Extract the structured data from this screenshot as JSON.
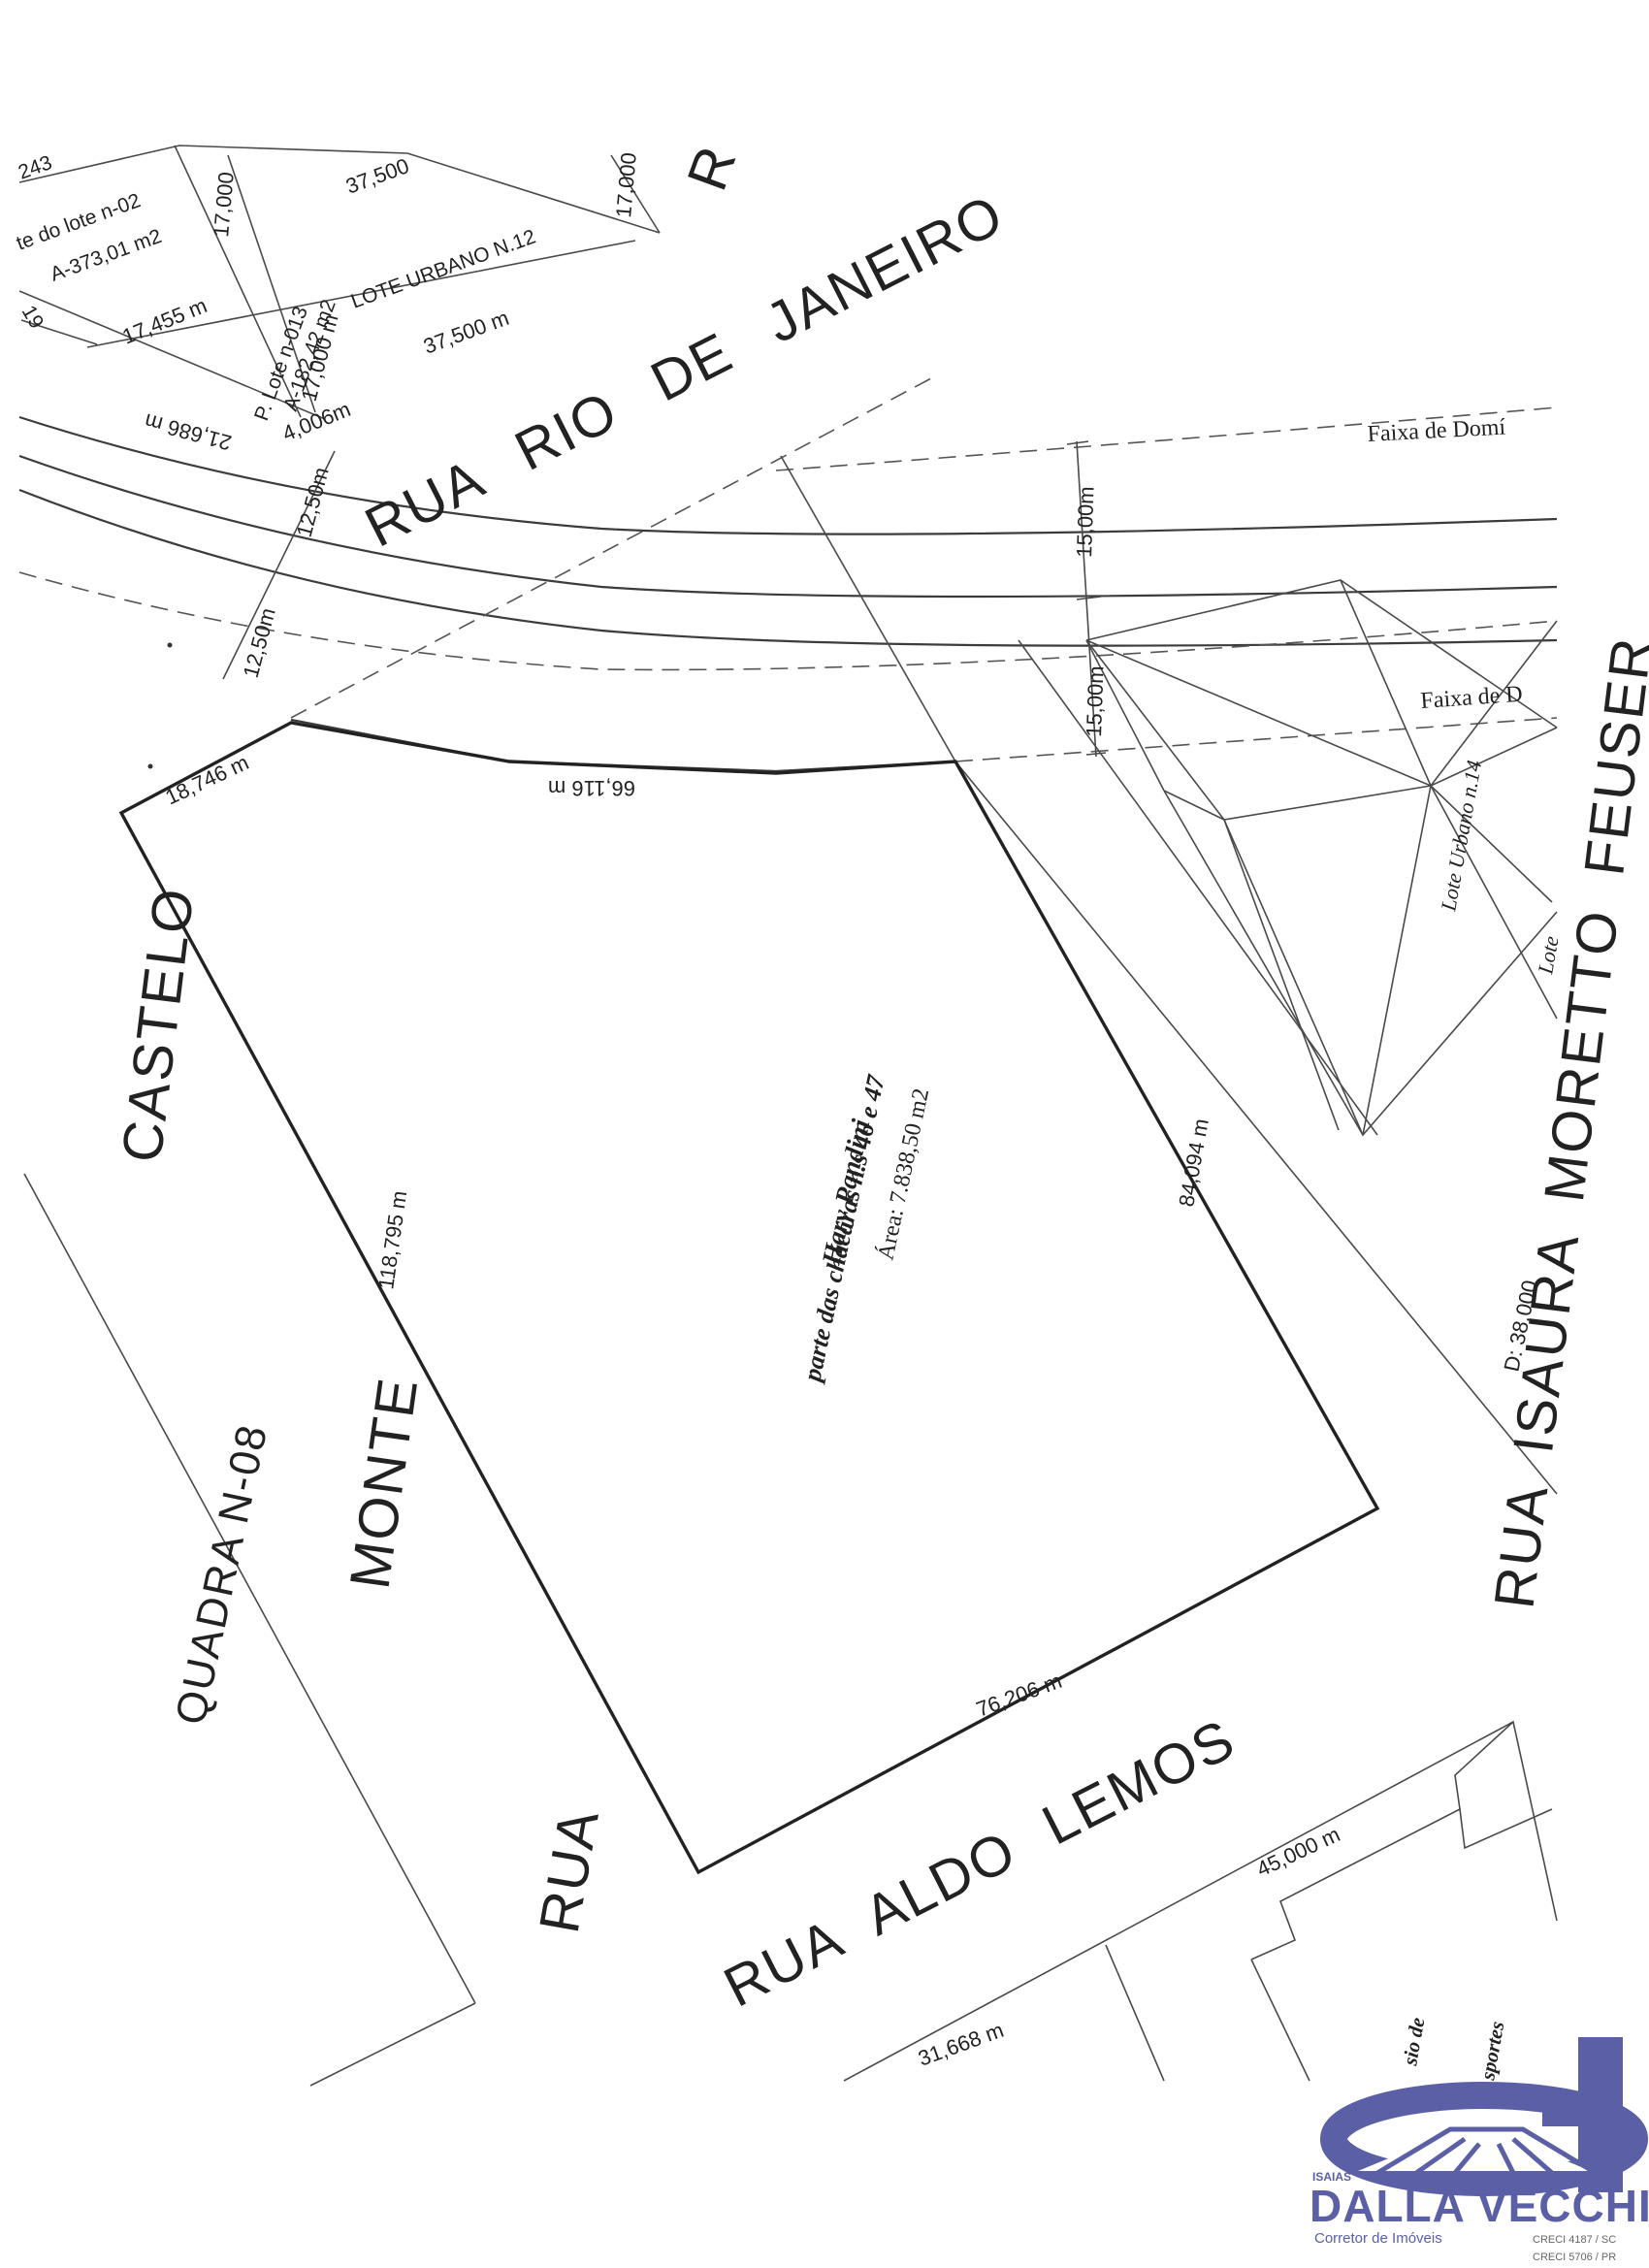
{
  "streets": {
    "rio_de_janeiro": "RUA RIO DE JANEIRO",
    "isaura": "RUA ISAURA MORETTO FEUSER",
    "monte_castelo_rua": "RUA",
    "monte_castelo_monte": "MONTE",
    "monte_castelo_castelo": "CASTELO",
    "aldo_lemos": "RUA ALDO LEMOS",
    "top_right_fragment": "R"
  },
  "labels": {
    "quadra": "QUADRA N-08",
    "faixa_top": "Faixa de Domí",
    "faixa_mid": "Faixa de D",
    "lote_urbano_12": "LOTE URBANO N.12",
    "lote_urbano_14": "Lote Urbano n.14",
    "lote_right": "Lote",
    "lote_parte": "te do lote n-02",
    "lote_area_373": "A-373,01 m2",
    "lote_p_013": "P. Lote n-013",
    "lote_area_182": "A-182,42 m2",
    "frag_243": "243",
    "frag_19": "19",
    "esportes_1": "sio de",
    "esportes_2": "sportes"
  },
  "parcel": {
    "line1": "parte das chácaras n.s 46 e 47",
    "line2": "Hary Pandini",
    "line3": "Área: 7.838,50 m2"
  },
  "measurements": {
    "north": "66,116 m",
    "north_west": "18,746 m",
    "west": "118,795 m",
    "east": "84,094 m",
    "south": "76,206 m",
    "d38": "D: 38.000",
    "m45": "45,000 m",
    "m31668": "31,668 m",
    "m37500_top": "37,500",
    "m37500_bot": "37,500 m",
    "m17000_a": "17,000",
    "m17000_b": "17,000",
    "m17000_c": "17,000 m",
    "m17455": "17,455 m",
    "m21686": "21,686 m",
    "m4006": "4,006m",
    "m1250_a": "12,50m",
    "m1250_b": "12,50m",
    "m1500_a": "15,00m",
    "m1500_b": "15,00m"
  },
  "logo": {
    "first_name": "ISAIAS",
    "name": "DALLA VECCHIA",
    "tagline": "Corretor de Imóveis",
    "creci_sc": "CRECI 4187 / SC",
    "creci_pr": "CRECI 5706 / PR",
    "primary_color": "#5a5fa6"
  }
}
